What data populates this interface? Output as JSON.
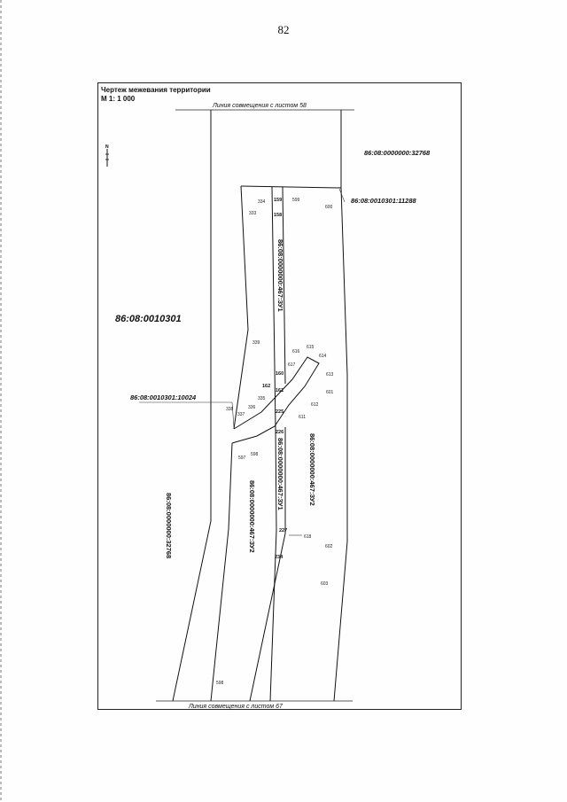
{
  "page_number": "82",
  "title": "Чертеж межевания территории",
  "scale": "М 1: 1 000",
  "match_lines": {
    "top": "Линия совмещения с листом 58",
    "bottom": "Линия совмещения с листом 67"
  },
  "north_arrow": "N",
  "cadastral_block": "86:08:0010301",
  "parcels": {
    "top_right": "86:08:0000000:32768",
    "left_vertical": "86:08:0000000:32768",
    "p11288": "86:08:0010301:11288",
    "p10024": "86:08:0010301:10024",
    "zu1_upper": "86:08:0000000:467:ЗУ1",
    "zu1_lower": "86:08:0000000:467:ЗУ1",
    "zu2_right": "86:08:0000000:467:ЗУ2",
    "zu2_left": "86:08:0000000:467:ЗУ2"
  },
  "points": {
    "p333": "333",
    "p334": "334",
    "p159": "159",
    "p158": "158",
    "p599": "599",
    "p600": "600",
    "p339": "339",
    "p616": "616",
    "p615": "615",
    "p614": "614",
    "p617": "617",
    "p613": "613",
    "p160": "160",
    "p162": "162",
    "p161": "161",
    "p335": "335",
    "p336": "336",
    "p338": "338",
    "p337": "337",
    "p225": "225",
    "p612": "612",
    "p611": "611",
    "p601": "601",
    "p226": "226",
    "p597": "597",
    "p598": "598",
    "p227": "227",
    "p618": "618",
    "p234": "234",
    "p602": "602",
    "p603": "603",
    "p598b": "598"
  }
}
